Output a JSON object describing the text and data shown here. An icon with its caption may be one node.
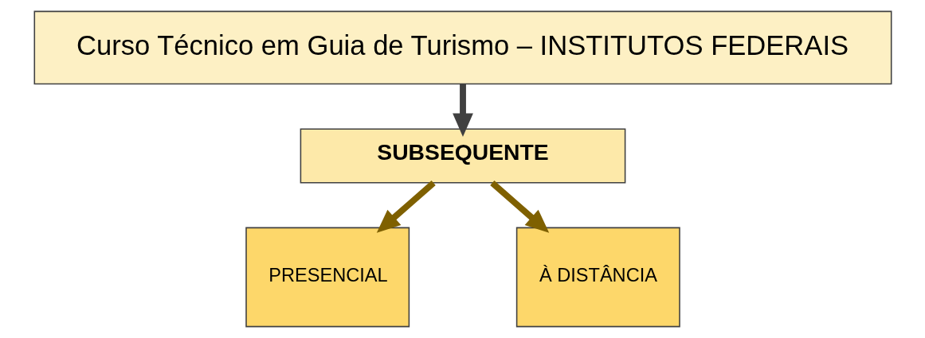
{
  "diagram": {
    "nodes": [
      {
        "text": [
          "Curso Técnico em Guia de Turismo – INSTITUTOS FEDERAIS"
        ]
      },
      {
        "text": [
          "SUBSEQUENTE"
        ]
      },
      {
        "text": [
          "PRESENCIAL"
        ]
      },
      {
        "text": [
          "À DISTÂNCIA"
        ]
      }
    ],
    "edges": [
      {
        "from": 0,
        "to": 1,
        "arrow": "to",
        "color": "#404040"
      },
      {
        "from": 1,
        "to": 2,
        "arrow": "to"
      },
      {
        "from": 1,
        "to": 3,
        "arrow": "to"
      }
    ]
  }
}
